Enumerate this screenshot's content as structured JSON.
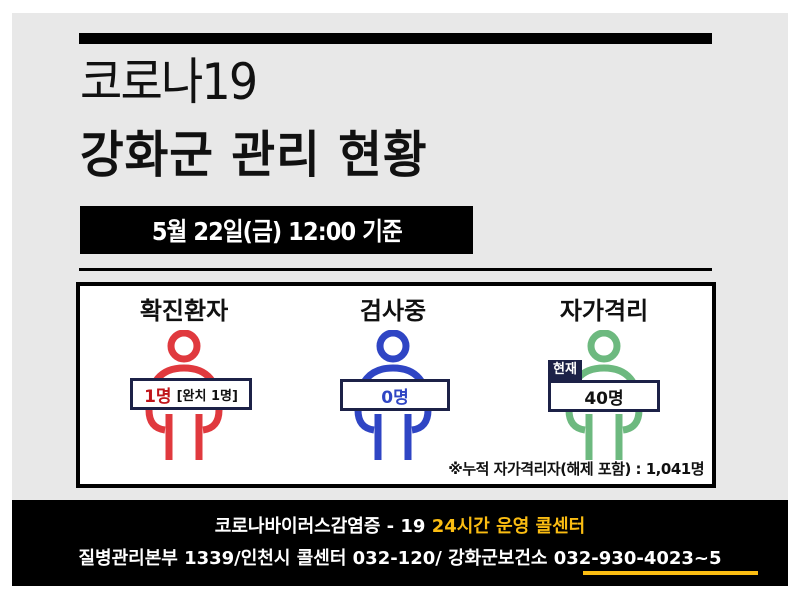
{
  "header": {
    "title_line1": "코로나19",
    "title_line2": "강화군 관리 현황",
    "date_label": "5월  22일(금) 12:00 기준"
  },
  "stats": [
    {
      "label": "확진환자",
      "value": "1명",
      "sub": "[완치 1명]",
      "color": "#e0393e",
      "value_color": "#c0141a"
    },
    {
      "label": "검사중",
      "value": "0명",
      "color": "#2f45c4",
      "value_color": "#2f45c4"
    },
    {
      "label": "자가격리",
      "tag": "현재",
      "value": "40명",
      "color": "#6db97f",
      "value_color": "#111111"
    }
  ],
  "note": "※누적 자가격리자(해제 포함) : 1,041명",
  "footer": {
    "line1_white": "코로나바이러스감염증 - 19 ",
    "line1_accent": "24시간 운영 콜센터",
    "line2_white": "질병관리본부 1339/인천시 콜센터 032-120/ 강화군보건소 ",
    "line2_phone": "032-930-4023~5",
    "accent_color": "#fbbd12"
  }
}
